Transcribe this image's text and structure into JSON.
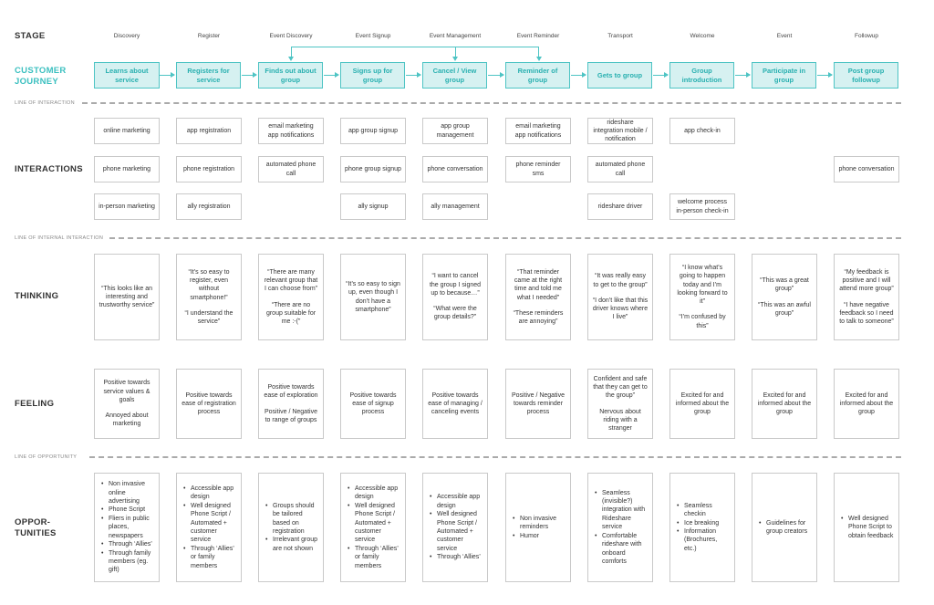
{
  "rows": {
    "stage": "STAGE",
    "journey": [
      "CUSTOMER",
      "JOURNEY"
    ],
    "interactions": "INTERACTIONS",
    "thinking": "THINKING",
    "feeling": "FEELING",
    "opportunities": [
      "OPPOR-",
      "TUNITIES"
    ]
  },
  "dividers": {
    "interaction": "LINE OF INTERACTION",
    "internal": "LINE OF INTERNAL INTERACTION",
    "opportunity": "LINE OF OPPORTUNITY"
  },
  "stages": [
    {
      "name": "Discovery",
      "journey": [
        "Learns about",
        "service"
      ],
      "interactions": [
        "online marketing",
        "phone marketing",
        "in-person marketing"
      ],
      "thinking": [
        "“This looks like an interesting and trustworthy service”"
      ],
      "feeling": [
        "Positive towards service values & goals",
        "Annoyed about marketing"
      ],
      "opportunities": [
        "Non invasive online advertising",
        "Phone Script",
        "Fliers in public places, newspapers",
        "Through ‘Allies’",
        "Through family members (eg. gift)"
      ]
    },
    {
      "name": "Register",
      "journey": [
        "Registers for",
        "service"
      ],
      "interactions": [
        "app registration",
        "phone registration",
        "ally registration"
      ],
      "thinking": [
        "“It’s so easy to register, even without smartphone!”",
        "“I understand the service”"
      ],
      "feeling": [
        "Positive towards ease of registration process"
      ],
      "opportunities": [
        "Accessible app design",
        "Well designed Phone Script / Automated + customer service",
        "Through ‘Allies’ or family members"
      ]
    },
    {
      "name": "Event Discovery",
      "journey": [
        "Finds out about",
        "group"
      ],
      "interactions": [
        "email marketing app notifications",
        "automated phone call",
        ""
      ],
      "thinking": [
        "“There are many relevant group that I can choose from”",
        "“There are no group suitable for me :-(”"
      ],
      "feeling": [
        "Positive towards ease of exploration",
        "Positive / Negative to range of groups"
      ],
      "opportunities": [
        "Groups should be tailored based on registration",
        "Irrelevant group are not shown"
      ]
    },
    {
      "name": "Event Signup",
      "journey": [
        "Signs up for",
        "group"
      ],
      "interactions": [
        "app group signup",
        "phone group signup",
        "ally signup"
      ],
      "thinking": [
        "“It’s so easy to sign up, even though I don’t have a smartphone”"
      ],
      "feeling": [
        "Positive towards ease of signup process"
      ],
      "opportunities": [
        "Accessible app design",
        "Well designed Phone Script / Automated + customer service",
        "Through ‘Allies’ or family members"
      ]
    },
    {
      "name": "Event Management",
      "journey": [
        "Cancel / View",
        "group"
      ],
      "interactions": [
        "app group management",
        "phone conversation",
        "ally management"
      ],
      "thinking": [
        "“I want to cancel the group I signed up to because…”",
        "“What were the group details?”"
      ],
      "feeling": [
        "Positive towards ease of managing / canceling events"
      ],
      "opportunities": [
        "Accessible app design",
        "Well designed Phone Script / Automated + customer service",
        "Through ‘Allies’"
      ]
    },
    {
      "name": "Event Reminder",
      "journey": [
        "Reminder of",
        "group"
      ],
      "interactions": [
        "email marketing app notifications",
        "phone reminder sms",
        ""
      ],
      "thinking": [
        "“That reminder came at the right time and told me what I needed”",
        "“These reminders are annoying”"
      ],
      "feeling": [
        "Positive / Negative towards reminder process"
      ],
      "opportunities": [
        "Non invasive reminders",
        "Humor"
      ]
    },
    {
      "name": "Transport",
      "journey": [
        "Gets to group",
        ""
      ],
      "interactions": [
        "rideshare integration mobile / notification",
        "automated phone call",
        "rideshare driver"
      ],
      "thinking": [
        "“It was really easy to get to the group”",
        "“I don’t like that this driver knows where I live”"
      ],
      "feeling": [
        "Confident and safe that they can get to the group”",
        "Nervous about riding with a stranger"
      ],
      "opportunities": [
        "Seamless (invisible?) integration with Rideshare service",
        "Comfortable rideshare with onboard comforts"
      ]
    },
    {
      "name": "Welcome",
      "journey": [
        "Group",
        "introduction"
      ],
      "interactions": [
        "app check-in",
        "",
        "welcome process in-person check-in"
      ],
      "thinking": [
        "“I know what’s going to happen today and I’m looking forward to it”",
        "“I’m confused by this”"
      ],
      "feeling": [
        "Excited for and informed about the group"
      ],
      "opportunities": [
        "Seamless checkin",
        "Ice breaking",
        "Information (Brochures, etc.)"
      ]
    },
    {
      "name": "Event",
      "journey": [
        "Participate in",
        "group"
      ],
      "interactions": [
        "",
        "",
        ""
      ],
      "thinking": [
        "“This was a great group”",
        "“This was an awful group”"
      ],
      "feeling": [
        "Excited for and informed about the group"
      ],
      "opportunities": [
        "Guidelines for group creators"
      ]
    },
    {
      "name": "Followup",
      "journey": [
        "Post group",
        "followup"
      ],
      "interactions": [
        "",
        "phone conversation",
        ""
      ],
      "thinking": [
        "“My feedback is positive and I will attend more group”",
        "“I have negative feedback so I need to talk to someone”"
      ],
      "feeling": [
        "Excited for and informed about the group"
      ],
      "opportunities": [
        "Well designed Phone Script to obtain feedback"
      ]
    }
  ]
}
